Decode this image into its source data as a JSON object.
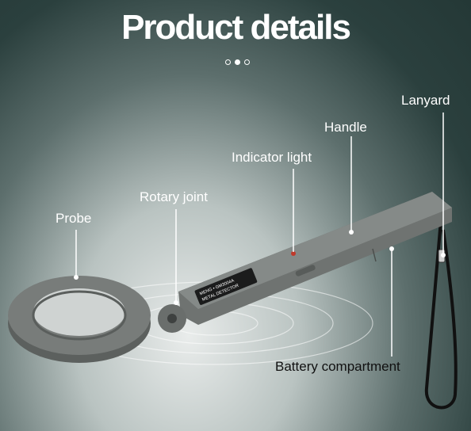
{
  "title": "Product details",
  "carousel": {
    "total": 3,
    "active_index": 1
  },
  "labels": {
    "lanyard": "Lanyard",
    "handle": "Handle",
    "indicator_light": "Indicator light",
    "rotary_joint": "Rotary joint",
    "probe": "Probe",
    "battery_compartment": "Battery compartment"
  },
  "device": {
    "brand_text": "MENG • GM3004A",
    "model_text": "METAL DETECTOR",
    "colors": {
      "body": "#6f7371",
      "indicator": "#c0392b"
    }
  }
}
